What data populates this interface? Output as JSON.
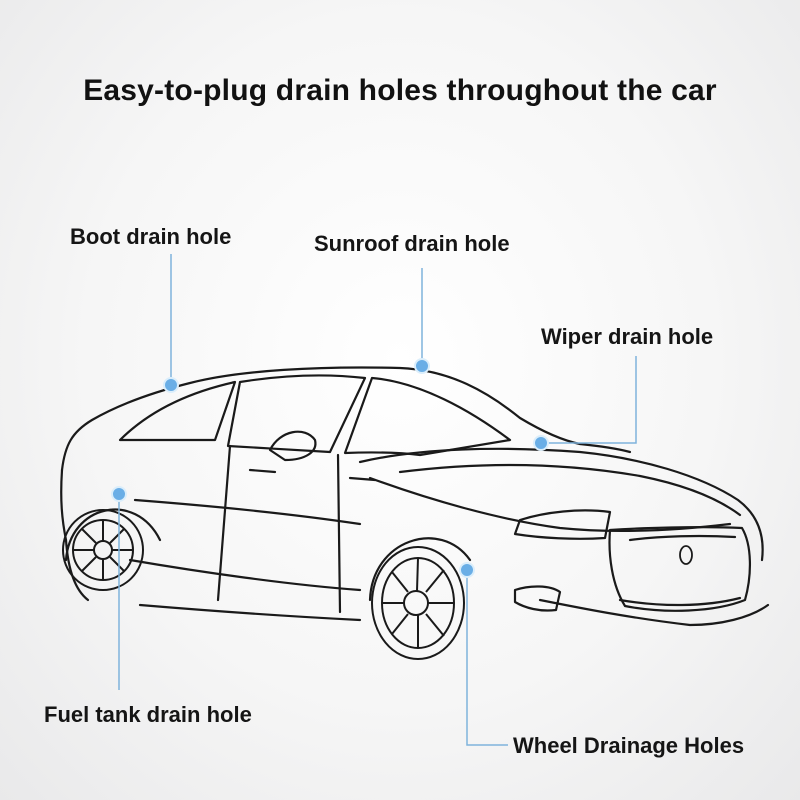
{
  "title": "Easy-to-plug drain holes throughout the car",
  "callouts": {
    "boot": "Boot drain hole",
    "sunroof": "Sunroof drain hole",
    "wiper": "Wiper drain hole",
    "fuel": "Fuel tank drain hole",
    "wheel": "Wheel Drainage Holes"
  },
  "colors": {
    "marker": "#6aaee6",
    "leader": "#7fb3dc",
    "outline": "#1a1a1a"
  }
}
